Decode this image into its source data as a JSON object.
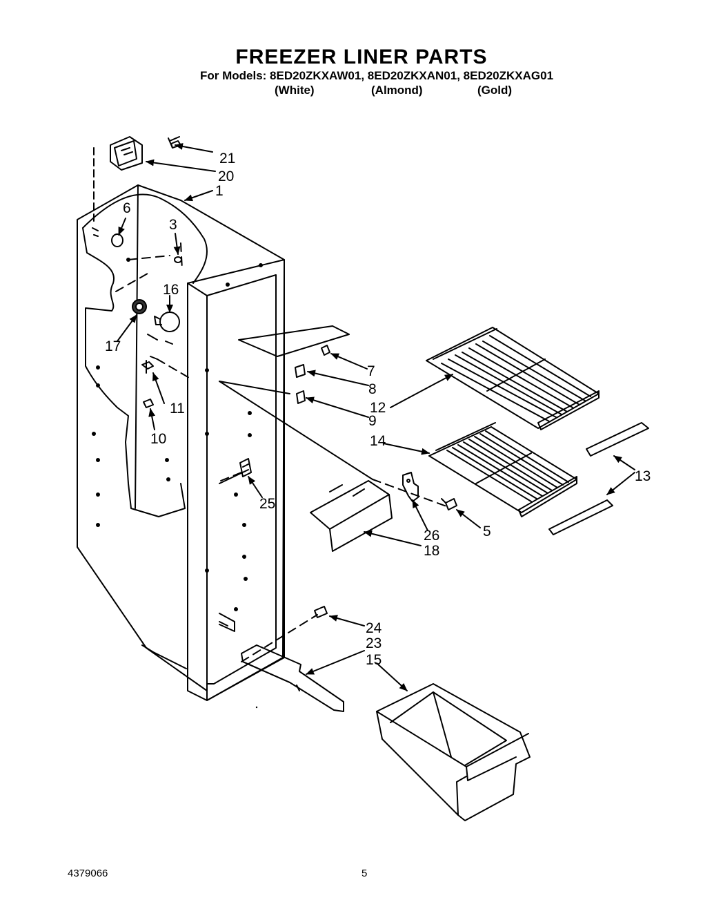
{
  "header": {
    "title": "FREEZER LINER PARTS",
    "models_line": "For Models: 8ED20ZKXAW01, 8ED20ZKXAN01, 8ED20ZKXAG01",
    "colors": [
      "(White)",
      "(Almond)",
      "(Gold)"
    ]
  },
  "diagram": {
    "callouts": [
      "1",
      "3",
      "5",
      "6",
      "7",
      "8",
      "9",
      "10",
      "11",
      "12",
      "13",
      "14",
      "15",
      "16",
      "17",
      "18",
      "20",
      "21",
      "23",
      "24",
      "25",
      "26"
    ]
  },
  "footer": {
    "part_number": "4379066",
    "page_number": "5"
  }
}
